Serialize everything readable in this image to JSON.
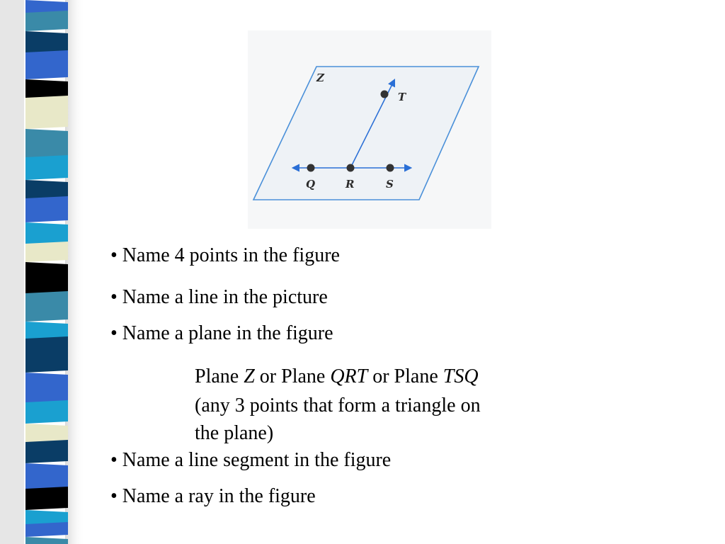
{
  "figure": {
    "plane_label": "Z",
    "points": [
      "T",
      "Q",
      "R",
      "S"
    ]
  },
  "bullets": [
    "• Name 4 points in the figure",
    "• Name a line in the picture",
    "• Name a plane in the figure",
    "• Name a line segment in the figure",
    "• Name a ray in the figure"
  ],
  "answer": {
    "plane_word_1": "Plane ",
    "plane_name_1": "Z",
    "or_1": " or Plane ",
    "plane_name_2": "QRT",
    "or_2": " or Plane ",
    "plane_name_3": "TSQ",
    "line2": "(any 3 points that form a triangle on",
    "line3": "the plane)"
  },
  "colors": {
    "plane_stroke": "#4a90d9",
    "line_blue": "#2a6fd6",
    "point": "#333333",
    "stripe_dark": "#0a3d66",
    "stripe_teal": "#3a8aa8",
    "stripe_blue": "#3366cc",
    "stripe_cream": "#e8e8c8",
    "stripe_cyan": "#1aa0d0",
    "stripe_black": "#000000"
  }
}
